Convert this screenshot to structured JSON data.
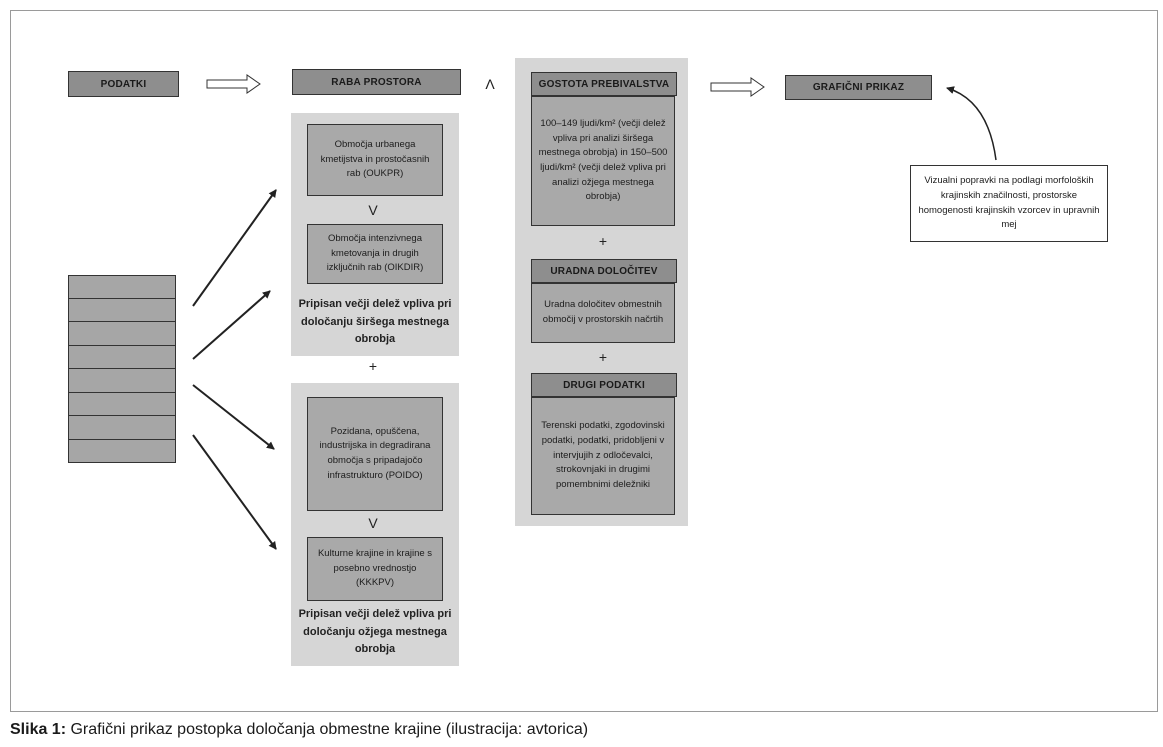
{
  "headers": {
    "podatki": "PODATKI",
    "raba_prostora": "RABA PROSTORA",
    "gostota": "GOSTOTA PREBIVALSTVA",
    "graficni": "GRAFIČNI PRIKAZ",
    "uradna": "URADNA DOLOČITEV",
    "drugi": "DRUGI PODATKI"
  },
  "operators": {
    "and_top": "Λ",
    "or_1": "V",
    "plus_1": "+",
    "or_2": "V",
    "plus_2": "+",
    "plus_3": "+"
  },
  "raba_boxes": {
    "oukpr": "Območja urbanega kmetijstva in prostočasnih rab (OUKPR)",
    "oikdir": "Območja intenzivnega kmetovanja in drugih izključnih rab (OIKDIR)",
    "poido": "Pozidana, opuščena, industrijska in degradirana območja s pripadajočo infrastrukturo (POIDO)",
    "kkkpv": "Kulturne krajine in krajine s posebno vrednostjo (KKKPV)"
  },
  "raba_notes": {
    "sirsi": "Pripisan večji delež vpliva pri določanju širšega mestnega obrobja",
    "ozji": "Pripisan večji delež vpliva pri določanju ožjega mestnega obrobja"
  },
  "gostota_text": "100–149 ljudi/km² (večji delež vpliva pri analizi širšega mestnega obrobja) in 150–500 ljudi/km² (večji delež vpliva pri analizi ožjega mestnega obrobja)",
  "uradna_text": "Uradna določitev obmestnih območij v prostorskih načrtih",
  "drugi_text": "Terenski podatki, zgodovinski podatki, podatki, pridobljeni v intervjujih z odločevalci, strokovnjaki in drugimi pomembnimi deležniki",
  "visual_note": "Vizualni popravki na podlagi morfoloških krajinskih značilnosti, prostorske homogenosti krajinskih vzorcev in upravnih mej",
  "caption": {
    "label": "Slika 1:",
    "text": " Grafični prikaz postopka določanja obmestne krajine (ilustracija: avtorica)"
  },
  "colors": {
    "header_fill": "#8e8e8e",
    "box_fill": "#a9a9a9",
    "panel_fill": "#d6d6d6",
    "stack_fill": "#a6a6a6"
  }
}
